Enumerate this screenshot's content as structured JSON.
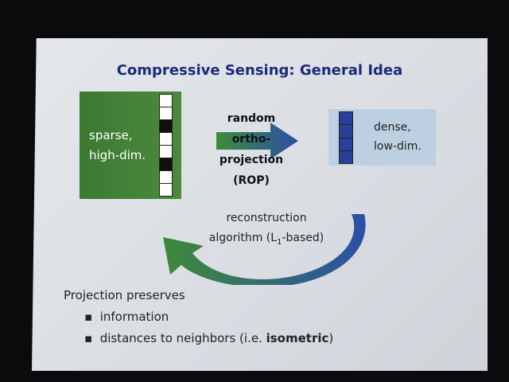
{
  "slide": {
    "title": "Compressive Sensing: General Idea",
    "sparse_box": {
      "line1": "sparse,",
      "line2": "high-dim."
    },
    "projection_label": {
      "line1": "random",
      "line2": "ortho-",
      "line3": "projection",
      "line4": "(ROP)"
    },
    "dense_box": {
      "line1": "dense,",
      "line2": "low-dim."
    },
    "reconstruction_label": {
      "line1": "reconstruction",
      "line2_prefix": "algorithm (L",
      "line2_sub": "1",
      "line2_suffix": "-based)"
    },
    "summary": {
      "heading": "Projection preserves",
      "bullets": [
        {
          "text": "information"
        },
        {
          "text": "distances to neighbors (i.e. ",
          "bold": "isometric",
          "after": ")"
        }
      ]
    }
  },
  "colors": {
    "title": "#1d2a7a",
    "green": "#3c7a32",
    "blue": "#2b4a9a"
  }
}
